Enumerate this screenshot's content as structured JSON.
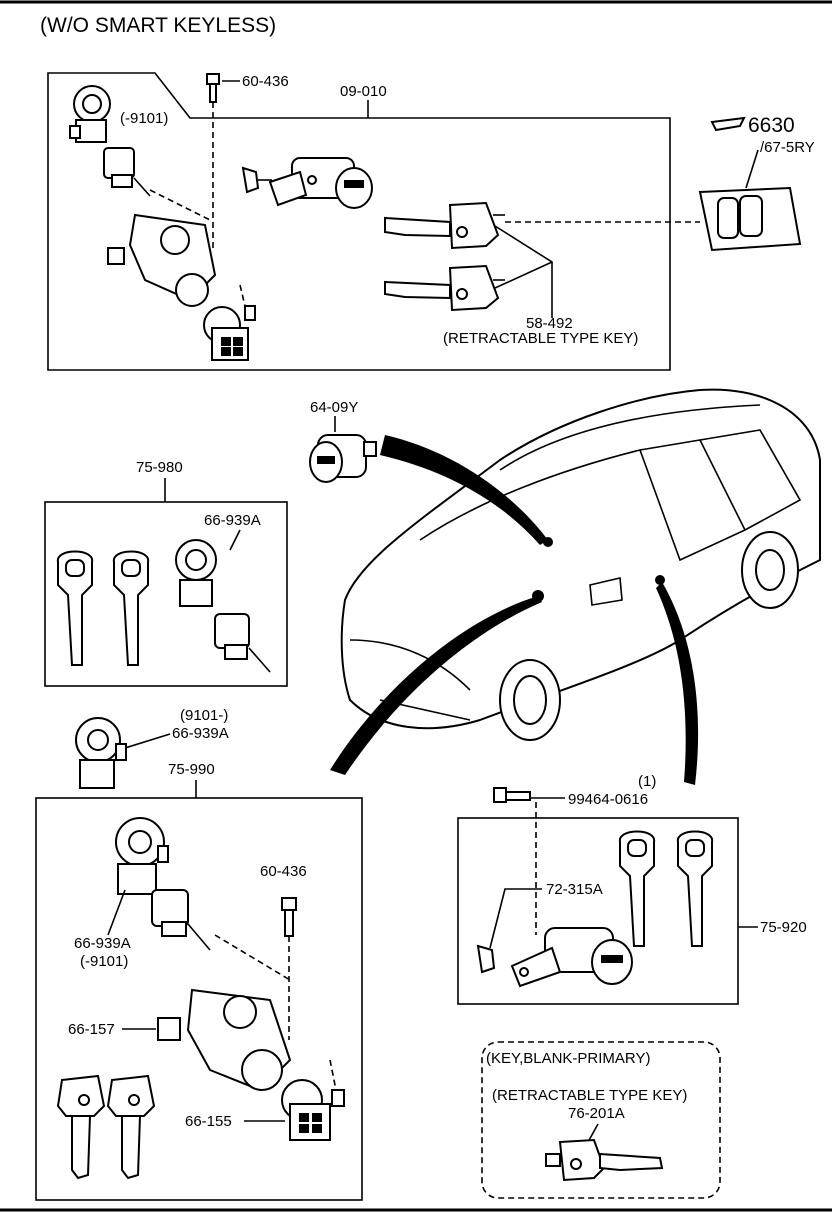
{
  "diagram": {
    "title": "(W/O SMART KEYLESS)",
    "labels": {
      "p60_436_top": "60-436",
      "p09_010": "09-010",
      "p9101_end": "(-9101)",
      "p6630": "6630",
      "p67_5ry": "/67-5RY",
      "p58_492": "58-492",
      "retractable_key_a": "(RETRACTABLE TYPE KEY)",
      "p64_09y": "64-09Y",
      "p75_980": "75-980",
      "p66_939a_a": "66-939A",
      "p9101_start": "(9101-)",
      "p66_939a_b": "66-939A",
      "p75_990": "75-990",
      "p60_436_bottom": "60-436",
      "p66_939a_c": "66-939A",
      "p9101_end_b": "(-9101)",
      "p66_157": "66-157",
      "p66_155": "66-155",
      "qty_1": "(1)",
      "p99464_0616": "99464-0616",
      "p72_315a": "72-315A",
      "p75_920": "75-920",
      "key_blank_primary": "(KEY,BLANK-PRIMARY)",
      "retractable_key_b": "(RETRACTABLE TYPE KEY)",
      "p76_201a": "76-201A"
    }
  }
}
